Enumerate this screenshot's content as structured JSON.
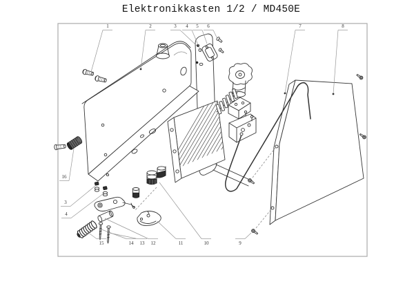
{
  "title": "Elektronikkasten 1/2 / MD450E",
  "diagram": {
    "type": "exploded-view technical drawing",
    "sheet": {
      "background": "#ffffff",
      "frame_color": "#ababab",
      "line_color": "#333333"
    },
    "callouts": [
      "1",
      "2",
      "3",
      "4",
      "5",
      "6",
      "7",
      "8",
      "16",
      "3",
      "4",
      "15",
      "14",
      "13",
      "12",
      "11",
      "10",
      "9"
    ]
  }
}
